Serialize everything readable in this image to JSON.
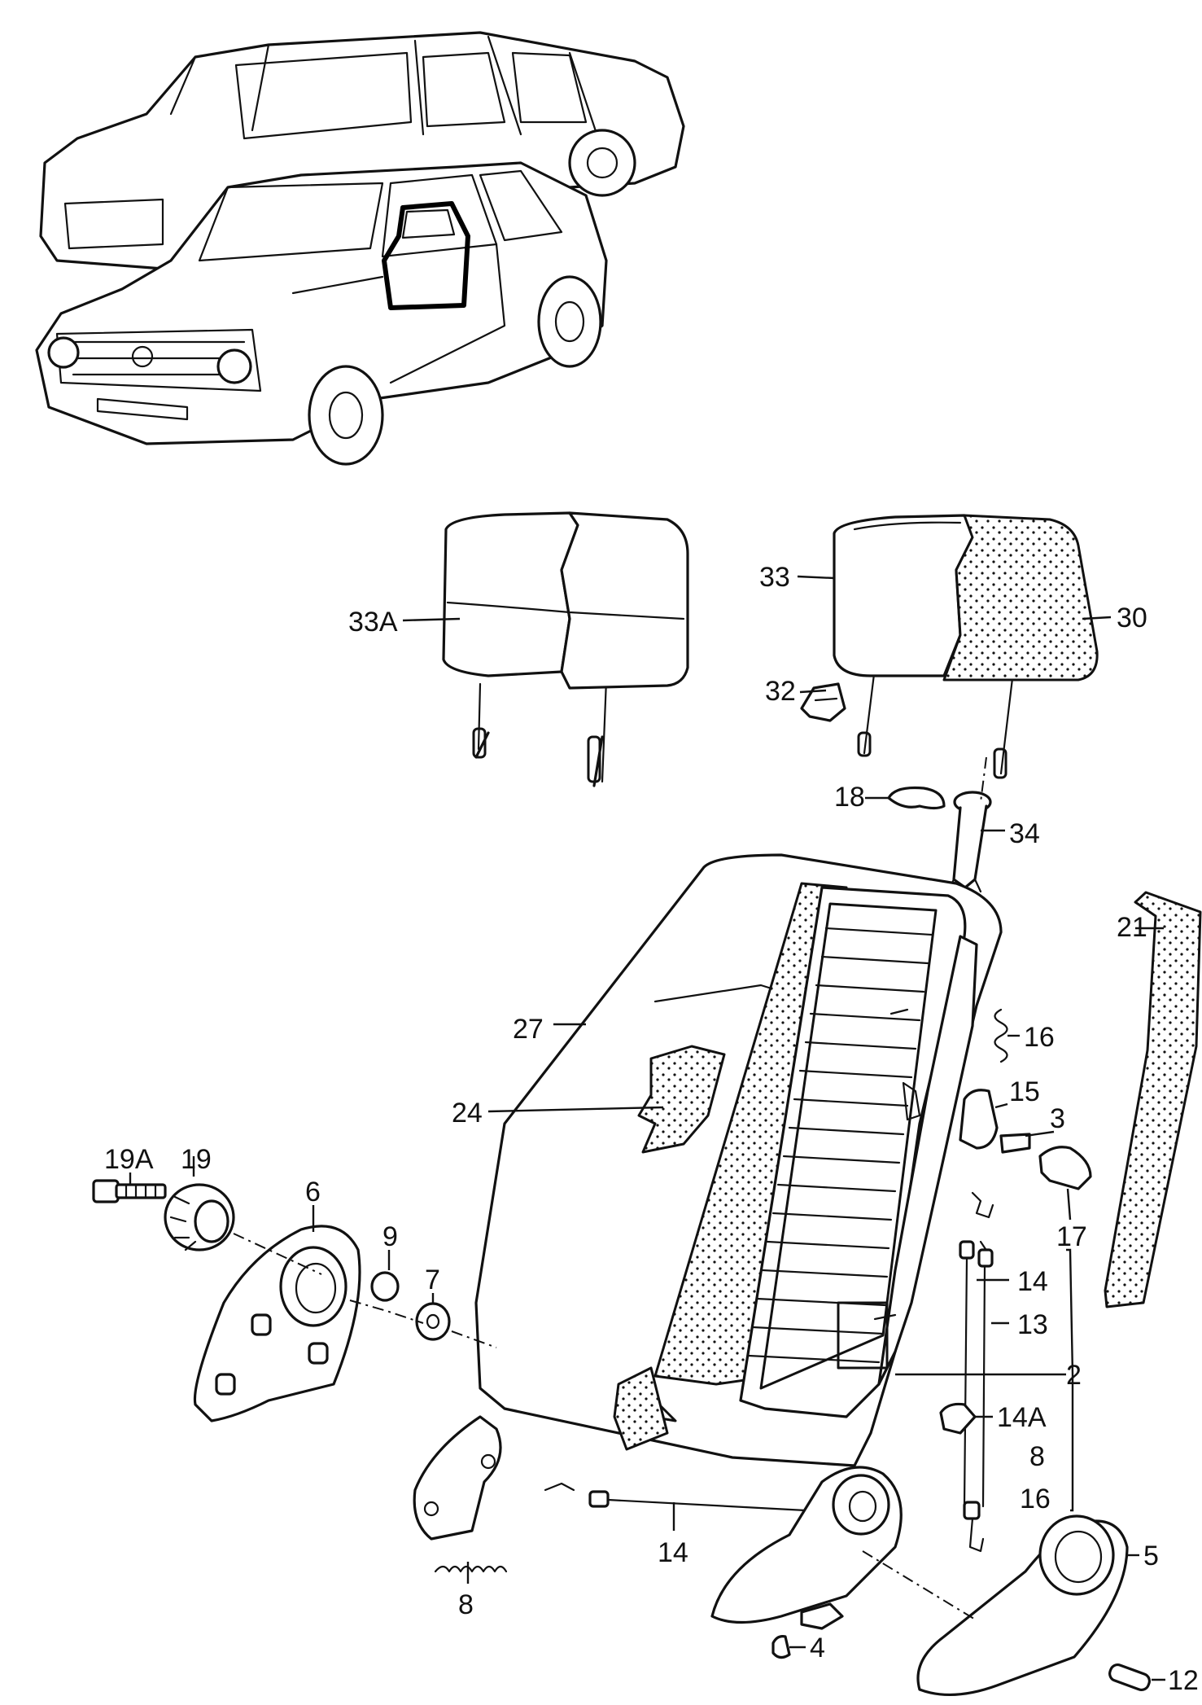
{
  "diagram": {
    "accent_color": "#111111",
    "background_color": "#ffffff",
    "labels": {
      "p33A": "33A",
      "p33": "33",
      "p30": "30",
      "p32": "32",
      "p18": "18",
      "p34": "34",
      "p21": "21",
      "p27": "27",
      "p16a": "16",
      "p15": "15",
      "p3": "3",
      "p24": "24",
      "p17": "17",
      "p19A": "19A",
      "p19": "19",
      "p6": "6",
      "p9": "9",
      "p7": "7",
      "p14a": "14",
      "p13": "13",
      "p2": "2",
      "p14A": "14A",
      "p8a": "8",
      "p16b": "16",
      "p8b": "8",
      "p14b": "14",
      "p5": "5",
      "p4": "4",
      "p12": "12"
    }
  }
}
